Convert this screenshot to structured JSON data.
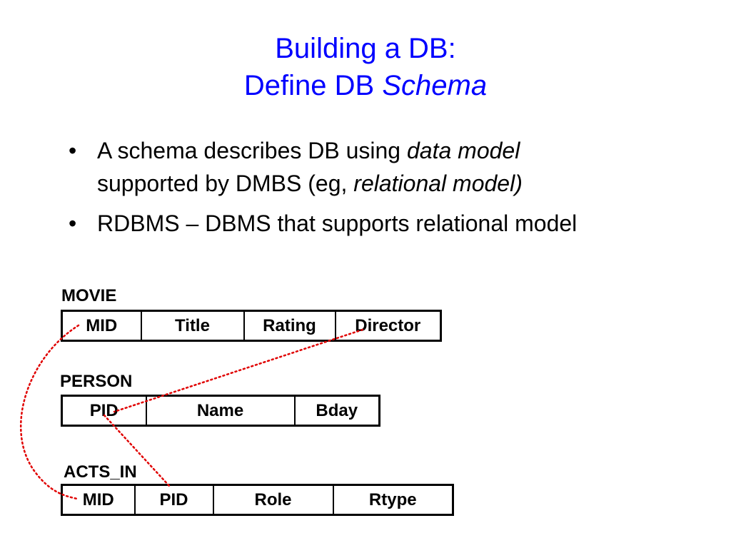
{
  "title": {
    "line1": "Building a DB:",
    "line2_prefix": "Define DB ",
    "line2_italic": "Schema"
  },
  "bullets": [
    {
      "marker": "•",
      "text1": "A schema describes DB using ",
      "italic1": "data model",
      "text2": " supported by DMBS (eg, ",
      "italic2": "relational model)"
    },
    {
      "marker": "•",
      "text": "RDBMS – DBMS that supports relational model"
    }
  ],
  "tables": {
    "movie": {
      "name": "MOVIE",
      "columns": [
        "MID",
        "Title",
        "Rating",
        "Director"
      ]
    },
    "person": {
      "name": "PERSON",
      "columns": [
        "PID",
        "Name",
        "Bday"
      ]
    },
    "acts_in": {
      "name": "ACTS_IN",
      "columns": [
        "MID",
        "PID",
        "Role",
        "Rtype"
      ]
    }
  },
  "links": [
    {
      "from": "MOVIE.MID",
      "to": "ACTS_IN.MID"
    },
    {
      "from": "MOVIE.Director",
      "to": "PERSON.PID"
    },
    {
      "from": "PERSON.PID",
      "to": "ACTS_IN.PID"
    }
  ],
  "colors": {
    "title": "#0000ff",
    "link": "#e00000"
  }
}
